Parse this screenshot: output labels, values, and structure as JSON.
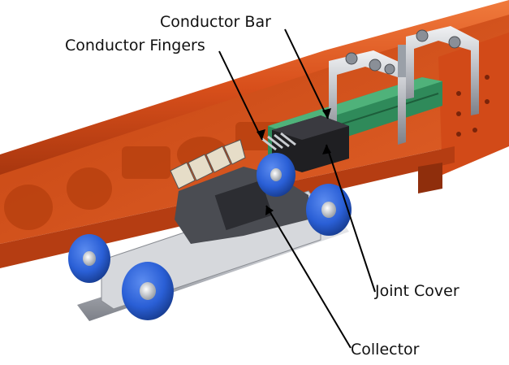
{
  "labels": {
    "conductor_bar": "Conductor Bar",
    "conductor_fingers": "Conductor Fingers",
    "joint_cover": "Joint Cover",
    "collector": "Collector"
  },
  "colors": {
    "rail": "#d94f1a",
    "rail_dark": "#a8360e",
    "rail_light": "#ef7a3e",
    "conductor": "#2f8a5a",
    "joint_cover": "#1f1f22",
    "wheel": "#2a5fd6",
    "steel": "#c9ccd1",
    "background": "#ffffff"
  },
  "icons": [
    "bolt-icon",
    "wheel-icon"
  ]
}
